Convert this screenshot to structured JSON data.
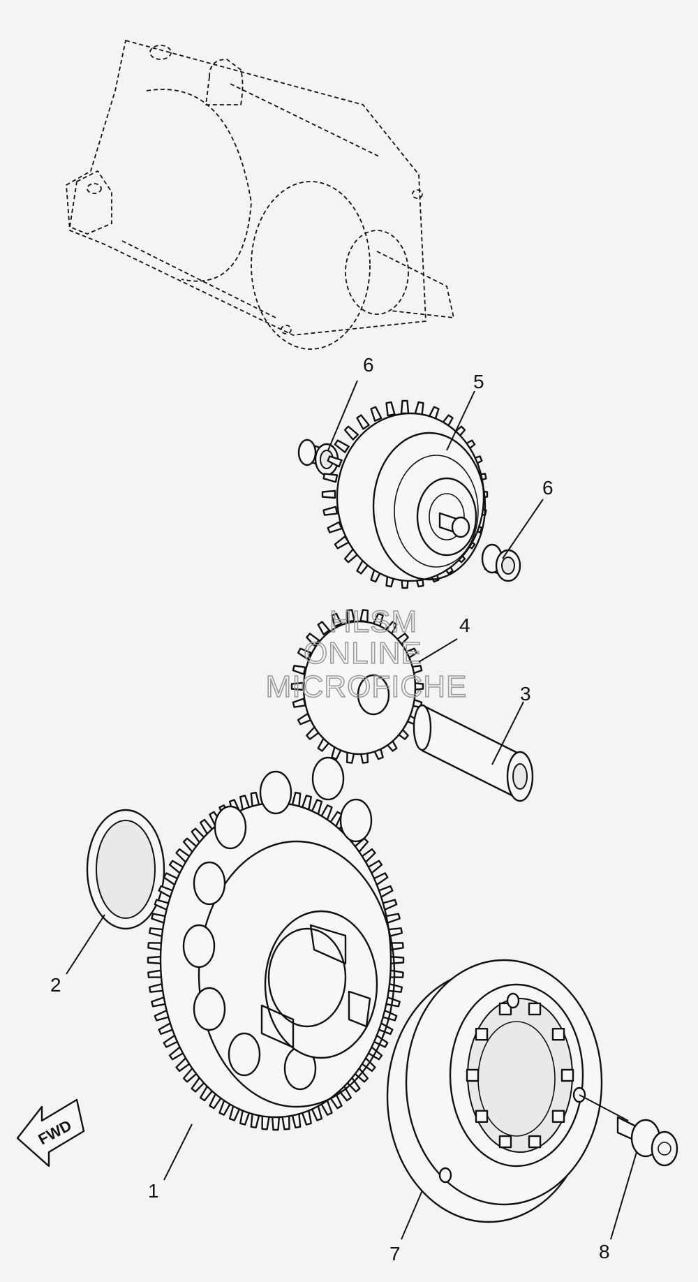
{
  "watermark": {
    "line1": "HLSM",
    "line2": "ONLINE",
    "line3": "MICROFICHE"
  },
  "direction_arrow": {
    "label": "FWD"
  },
  "callouts": [
    {
      "number": "1",
      "part": "gear-large"
    },
    {
      "number": "2",
      "part": "washer"
    },
    {
      "number": "3",
      "part": "shaft"
    },
    {
      "number": "4",
      "part": "idler-gear-small"
    },
    {
      "number": "5",
      "part": "idler-gear-large"
    },
    {
      "number": "6",
      "part": "bearing-upper"
    },
    {
      "number": "6",
      "part": "bearing-lower"
    },
    {
      "number": "7",
      "part": "one-way-clutch"
    },
    {
      "number": "8",
      "part": "bolt"
    }
  ]
}
